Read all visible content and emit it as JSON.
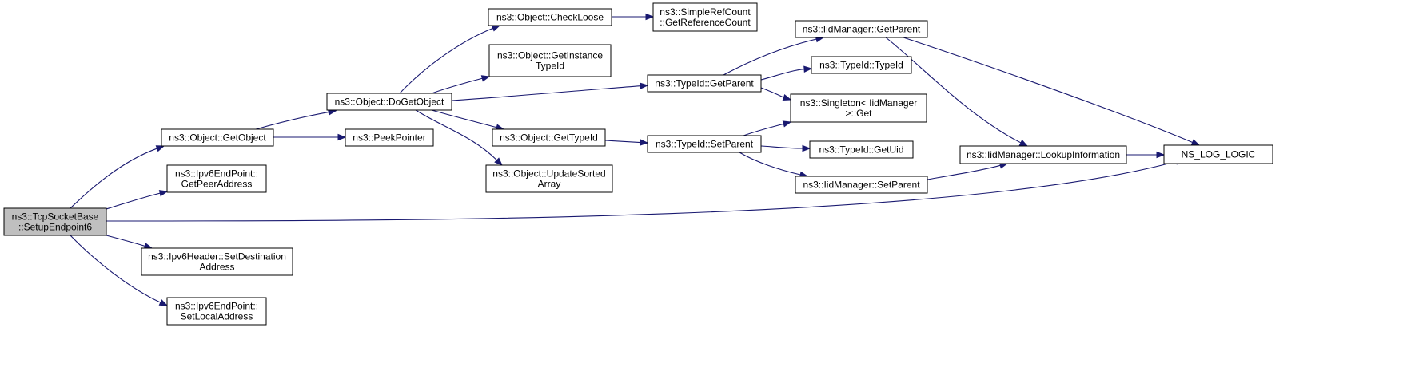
{
  "diagram": {
    "type": "call-graph",
    "colors": {
      "edge": "#191970",
      "root_fill": "#bfbfbf",
      "node_fill": "#ffffff",
      "border": "#000000"
    },
    "nodes": [
      {
        "id": "setupendpoint6",
        "lines": [
          "ns3::TcpSocketBase",
          "::SetupEndpoint6"
        ],
        "root": true
      },
      {
        "id": "getobject",
        "lines": [
          "ns3::Object::GetObject"
        ]
      },
      {
        "id": "getpeeraddress",
        "lines": [
          "ns3::Ipv6EndPoint::",
          "GetPeerAddress"
        ]
      },
      {
        "id": "setdestinationaddress",
        "lines": [
          "ns3::Ipv6Header::SetDestination",
          "Address"
        ]
      },
      {
        "id": "setlocaladdress",
        "lines": [
          "ns3::Ipv6EndPoint::",
          "SetLocalAddress"
        ]
      },
      {
        "id": "dogetobject",
        "lines": [
          "ns3::Object::DoGetObject"
        ]
      },
      {
        "id": "peekpointer",
        "lines": [
          "ns3::PeekPointer"
        ]
      },
      {
        "id": "checkloose",
        "lines": [
          "ns3::Object::CheckLoose"
        ]
      },
      {
        "id": "getinstancetypeid",
        "lines": [
          "ns3::Object::GetInstance",
          "TypeId"
        ]
      },
      {
        "id": "objectgettypeid",
        "lines": [
          "ns3::Object::GetTypeId"
        ]
      },
      {
        "id": "updatesortedarray",
        "lines": [
          "ns3::Object::UpdateSorted",
          "Array"
        ]
      },
      {
        "id": "getreferencecount",
        "lines": [
          "ns3::SimpleRefCount",
          "::GetReferenceCount"
        ]
      },
      {
        "id": "typeidgetparent",
        "lines": [
          "ns3::TypeId::GetParent"
        ]
      },
      {
        "id": "typeidsetparent",
        "lines": [
          "ns3::TypeId::SetParent"
        ]
      },
      {
        "id": "iidgetparent",
        "lines": [
          "ns3::IidManager::GetParent"
        ]
      },
      {
        "id": "typeidctor",
        "lines": [
          "ns3::TypeId::TypeId"
        ]
      },
      {
        "id": "singletonget",
        "lines": [
          "ns3::Singleton< IidManager",
          ">::Get"
        ]
      },
      {
        "id": "getuid",
        "lines": [
          "ns3::TypeId::GetUid"
        ]
      },
      {
        "id": "iidsetparent",
        "lines": [
          "ns3::IidManager::SetParent"
        ]
      },
      {
        "id": "lookupinformation",
        "lines": [
          "ns3::IidManager::LookupInformation"
        ]
      },
      {
        "id": "nsloglogic",
        "lines": [
          "NS_LOG_LOGIC"
        ]
      }
    ],
    "edges": [
      [
        "setupendpoint6",
        "getobject"
      ],
      [
        "setupendpoint6",
        "getpeeraddress"
      ],
      [
        "setupendpoint6",
        "nsloglogic"
      ],
      [
        "setupendpoint6",
        "setdestinationaddress"
      ],
      [
        "setupendpoint6",
        "setlocaladdress"
      ],
      [
        "getobject",
        "dogetobject"
      ],
      [
        "getobject",
        "peekpointer"
      ],
      [
        "dogetobject",
        "checkloose"
      ],
      [
        "dogetobject",
        "getinstancetypeid"
      ],
      [
        "dogetobject",
        "typeidgetparent"
      ],
      [
        "dogetobject",
        "objectgettypeid"
      ],
      [
        "dogetobject",
        "updatesortedarray"
      ],
      [
        "checkloose",
        "getreferencecount"
      ],
      [
        "typeidgetparent",
        "iidgetparent"
      ],
      [
        "typeidgetparent",
        "typeidctor"
      ],
      [
        "typeidgetparent",
        "singletonget"
      ],
      [
        "objectgettypeid",
        "typeidsetparent"
      ],
      [
        "typeidsetparent",
        "singletonget"
      ],
      [
        "typeidsetparent",
        "getuid"
      ],
      [
        "typeidsetparent",
        "iidsetparent"
      ],
      [
        "iidgetparent",
        "nsloglogic"
      ],
      [
        "iidgetparent",
        "lookupinformation"
      ],
      [
        "iidsetparent",
        "lookupinformation"
      ],
      [
        "lookupinformation",
        "nsloglogic"
      ]
    ]
  }
}
